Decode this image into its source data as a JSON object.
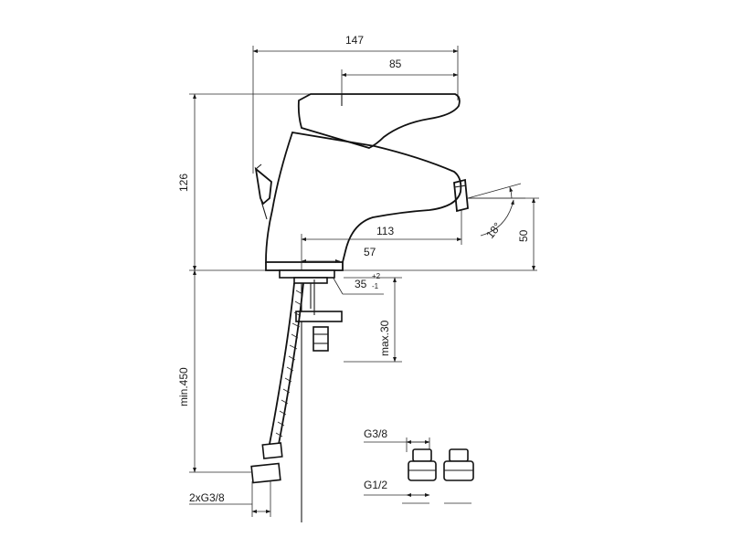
{
  "drawing": {
    "overall_width_label": "147",
    "handle_width_label": "85",
    "height_label": "126",
    "spout_reach_label": "113",
    "body_offset_label": "57",
    "spout_height_label": "50",
    "spout_angle_label": "18°",
    "hole_diameter_label": "35",
    "hole_tol_plus": "+2",
    "hole_tol_minus": "-1",
    "deck_thickness_label": "max.30",
    "hose_length_label": "min.450",
    "connection_label": "2xG3/8"
  },
  "adapters": {
    "top_thread_label": "G3/8",
    "bottom_thread_label": "G1/2"
  }
}
